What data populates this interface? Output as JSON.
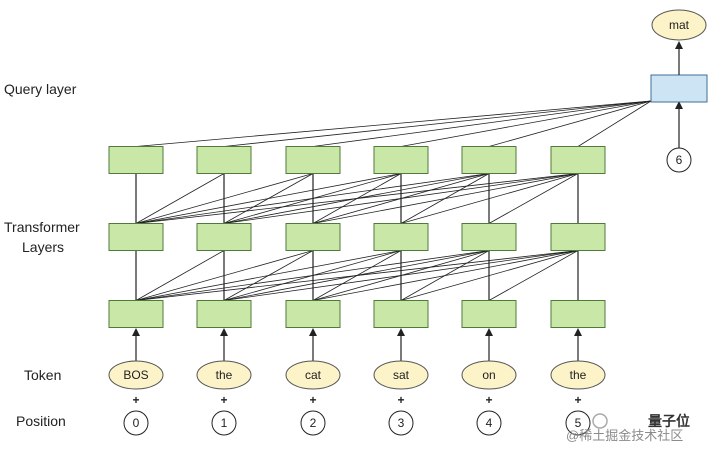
{
  "labels": {
    "query_layer": "Query layer",
    "transformer_line1": "Transformer",
    "transformer_line2": "Layers",
    "token": "Token",
    "position": "Position"
  },
  "tokens": [
    "BOS",
    "the",
    "cat",
    "sat",
    "on",
    "the"
  ],
  "positions": [
    "0",
    "1",
    "2",
    "3",
    "4",
    "5"
  ],
  "query": {
    "output": "mat",
    "position": "6"
  },
  "plus_sign": "+",
  "watermark": {
    "title": "量子位",
    "subtitle": "@稀土掘金技术社区"
  },
  "colors": {
    "layer_box": "#c9e8a8",
    "layer_border": "#4f7a3a",
    "query_box": "#cde4f5",
    "query_border": "#3f6f95",
    "oval_fill": "#fdf3c8",
    "oval_border": "#555555",
    "line": "#222222"
  }
}
